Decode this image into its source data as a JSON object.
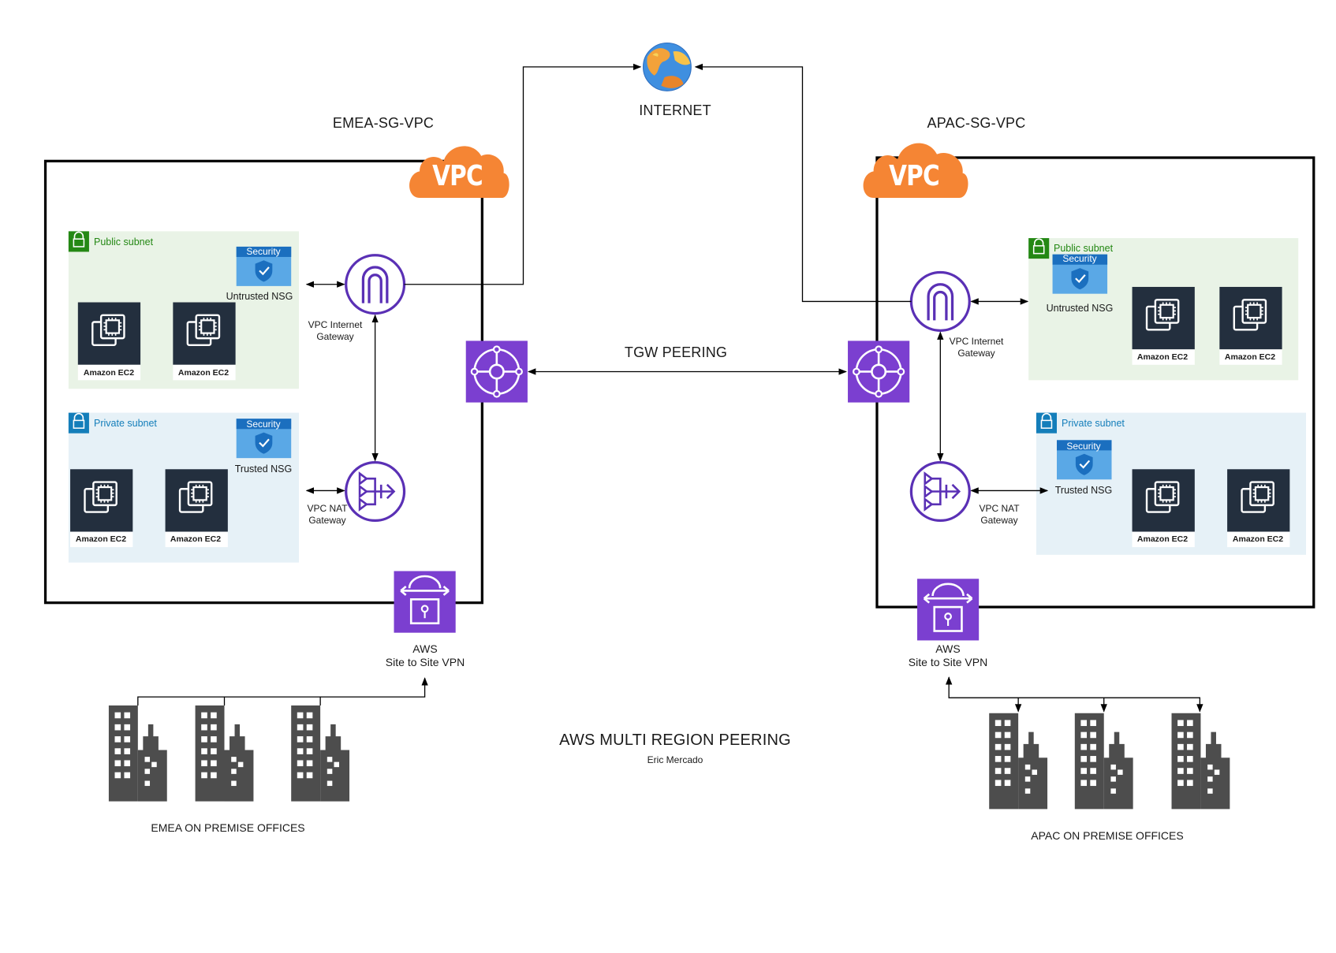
{
  "title": "AWS MULTI REGION PEERING",
  "author": "Eric Mercado",
  "internet": {
    "label": "INTERNET"
  },
  "peering": {
    "label": "TGW PEERING"
  },
  "emea": {
    "vpc_title": "EMEA-SG-VPC",
    "vpc_badge": "VPC",
    "public_subnet": {
      "label": "Public subnet",
      "security_label": "Security",
      "nsg_label": "Untrusted NSG",
      "ec2": [
        "Amazon EC2",
        "Amazon EC2"
      ]
    },
    "private_subnet": {
      "label": "Private subnet",
      "security_label": "Security",
      "nsg_label": "Trusted NSG",
      "ec2": [
        "Amazon EC2",
        "Amazon EC2"
      ]
    },
    "igw": {
      "line1": "VPC Internet",
      "line2": "Gateway"
    },
    "nat": {
      "line1": "VPC NAT",
      "line2": "Gateway"
    },
    "vpn": {
      "line1": "AWS",
      "line2": "Site to Site VPN"
    },
    "offices_label": "EMEA ON PREMISE OFFICES"
  },
  "apac": {
    "vpc_title": "APAC-SG-VPC",
    "vpc_badge": "VPC",
    "public_subnet": {
      "label": "Public subnet",
      "security_label": "Security",
      "nsg_label": "Untrusted NSG",
      "ec2": [
        "Amazon EC2",
        "Amazon EC2"
      ]
    },
    "private_subnet": {
      "label": "Private subnet",
      "security_label": "Security",
      "nsg_label": "Trusted NSG",
      "ec2": [
        "Amazon EC2",
        "Amazon EC2"
      ]
    },
    "igw": {
      "line1": "VPC Internet",
      "line2": "Gateway"
    },
    "nat": {
      "line1": "VPC NAT",
      "line2": "Gateway"
    },
    "vpn": {
      "line1": "AWS",
      "line2": "Site to Site VPN"
    },
    "offices_label": "APAC ON PREMISE OFFICES"
  },
  "colors": {
    "vpc_cloud": "#f58534",
    "aws_purple": "#7b3fd0",
    "aws_purple_light": "#9b5ce6",
    "gateway_stroke": "#5a30b5",
    "public_subnet_bg": "#e9f3e6",
    "public_subnet_accent": "#248814",
    "private_subnet_bg": "#e6f1f7",
    "private_subnet_accent": "#147eba",
    "security_blue": "#2d88d6",
    "ec2_dark": "#232f3e",
    "building": "#4d4d4d"
  },
  "icons": {
    "internet": "globe-icon",
    "vpc": "vpc-cloud-icon",
    "subnet_lock": "lock-icon",
    "security": "shield-icon",
    "ec2": "ec2-instance-icon",
    "igw": "internet-gateway-icon",
    "nat": "nat-gateway-icon",
    "tgw": "transit-gateway-icon",
    "vpn": "site-to-site-vpn-icon",
    "office": "building-icon"
  }
}
